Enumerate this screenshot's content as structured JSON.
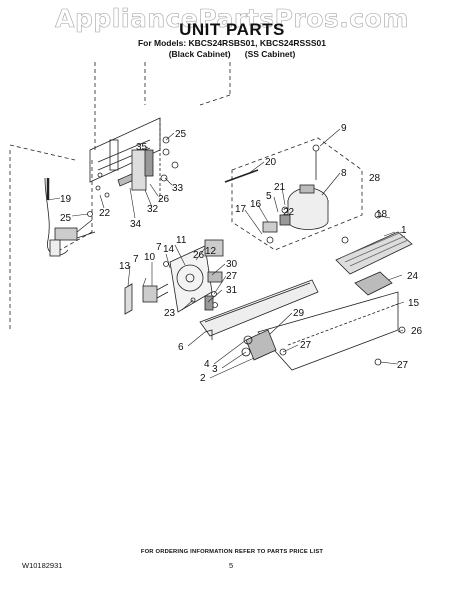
{
  "watermark": "AppliancePartsPros.com",
  "title": "UNIT PARTS",
  "models_line": "For Models: KBCS24RSBS01, KBCS24RSSS01",
  "cabinets_line": "(Black Cabinet)      (SS Cabinet)",
  "footer_note": "FOR ORDERING INFORMATION REFER TO PARTS PRICE LIST",
  "document_number": "W10182931",
  "page_number": "5",
  "callouts": [
    "25",
    "35",
    "33",
    "26",
    "32",
    "34",
    "22",
    "19",
    "25",
    "9",
    "20",
    "8",
    "28",
    "21",
    "5",
    "16",
    "17",
    "22",
    "18",
    "1",
    "26",
    "12",
    "11",
    "14",
    "10",
    "7",
    "13",
    "7",
    "30",
    "27",
    "31",
    "23",
    "24",
    "15",
    "29",
    "6",
    "4",
    "3",
    "2",
    "27",
    "26",
    "27"
  ]
}
